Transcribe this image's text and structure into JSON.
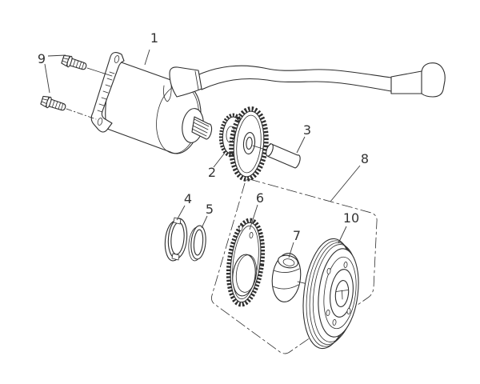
{
  "colors": {
    "background": "#ffffff",
    "line": "#2e2e2e",
    "label": "#3a3a3a"
  },
  "callouts": {
    "c1": "1",
    "c2": "2",
    "c3": "3",
    "c4": "4",
    "c5": "5",
    "c6": "6",
    "c7": "7",
    "c8": "8",
    "c9": "9",
    "c10": "10"
  }
}
